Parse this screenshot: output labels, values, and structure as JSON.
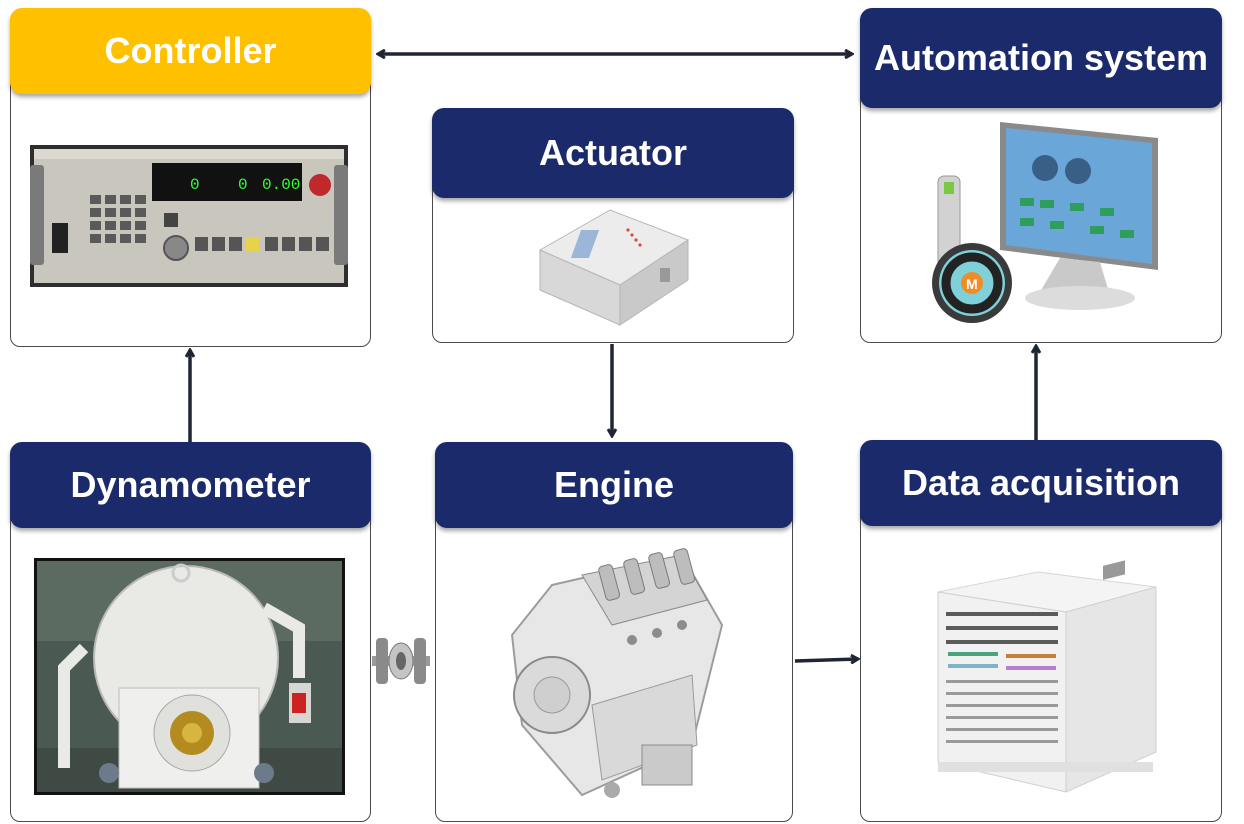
{
  "blocks": {
    "controller": "Controller",
    "automation": "Automation system",
    "actuator": "Actuator",
    "dynamometer": "Dynamometer",
    "engine": "Engine",
    "daq": "Data acquisition"
  },
  "colors": {
    "header_blue": "#1b2a6b",
    "header_gold": "#ffc000",
    "arrow": "#1f2533",
    "border": "#4a4a4a"
  },
  "photos": {
    "controller": "controller-panel",
    "automation": "monitor-with-steering-wheel-logo",
    "actuator": "actuator-box",
    "dynamometer": "dynamometer",
    "coupling": "shaft-coupling",
    "engine": "engine",
    "daq": "data-acquisition-rack"
  }
}
